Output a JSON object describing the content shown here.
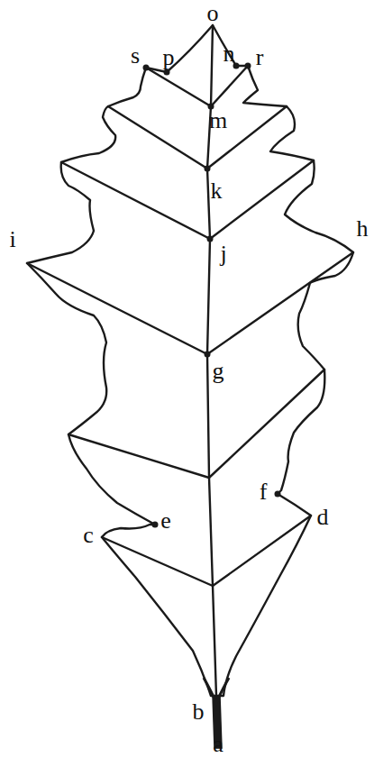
{
  "diagram": {
    "labels": [
      "o",
      "s",
      "p",
      "n",
      "r",
      "m",
      "k",
      "j",
      "i",
      "h",
      "g",
      "f",
      "d",
      "c",
      "e",
      "b",
      "a"
    ]
  }
}
